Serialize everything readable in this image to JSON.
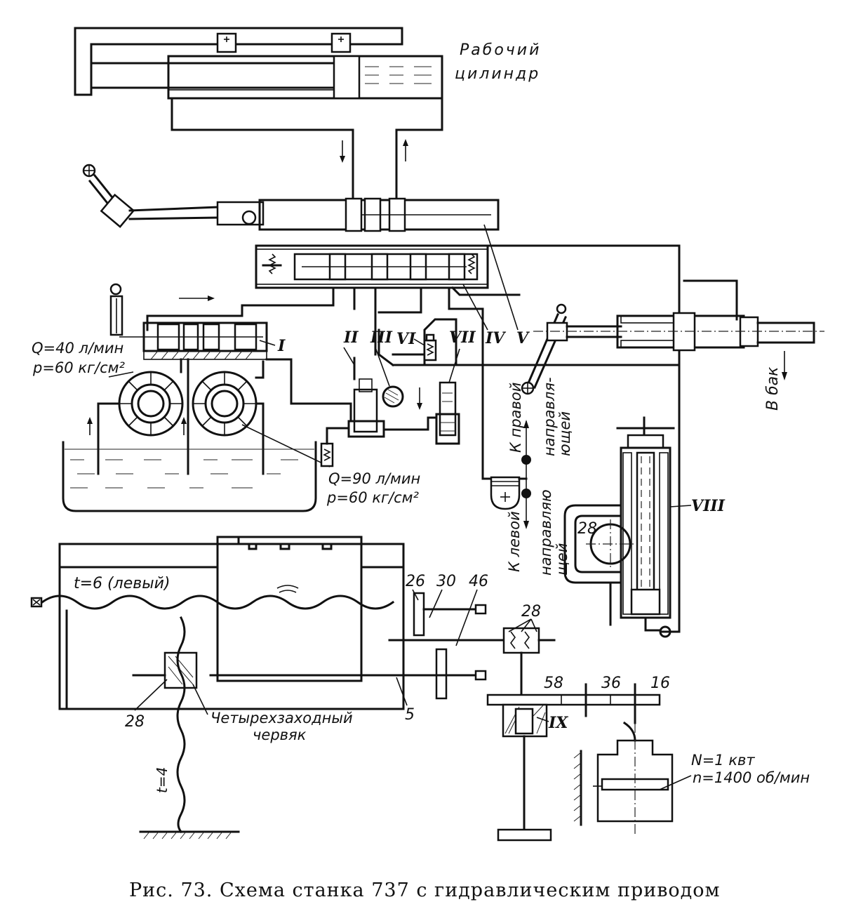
{
  "figure": {
    "caption": "Рис. 73. Схема станка 737 с гидравлическим приводом",
    "labels": {
      "working_cylinder_line1": "Рабочий",
      "working_cylinder_line2": "цилиндр",
      "pump1_flow": "Q=40 л/мин",
      "pump1_pressure": "p=60 кг/см²",
      "pump2_flow": "Q=90 л/мин",
      "pump2_pressure": "p=60 кг/см²",
      "to_tank": "В бак",
      "to_right_line1": "К правой",
      "to_right_line2": "направля-",
      "to_right_line3": "ющей",
      "to_left_line1": "К левой",
      "to_left_line2": "направляю",
      "to_left_line3": "щей",
      "screw_pitch_top": "t=6 (левый)",
      "screw_pitch_vertical": "t=4",
      "worm_line1": "Четырехзаходный",
      "worm_line2": "червяк",
      "motor_power": "N=1 квт",
      "motor_speed": "n=1400 об/мин"
    },
    "roman_markers": [
      "I",
      "II",
      "III",
      "VI",
      "VII",
      "IV",
      "V",
      "VIII",
      "IX"
    ],
    "gear_numbers": {
      "g26": "26",
      "g30": "30",
      "g46": "46",
      "g28_top": "28",
      "g28_mid": "28",
      "g28_left": "28",
      "g5": "5",
      "g58": "58",
      "g36": "36",
      "g16": "16"
    }
  }
}
